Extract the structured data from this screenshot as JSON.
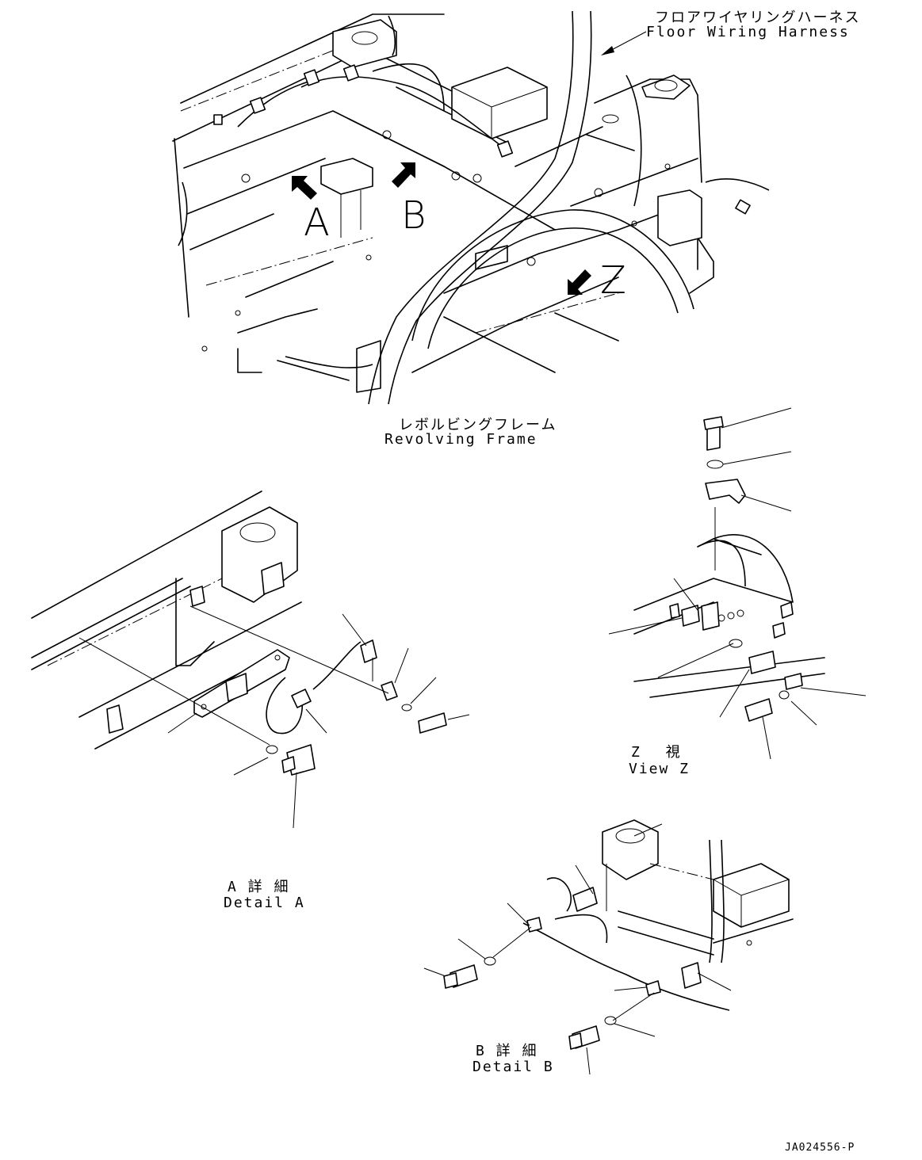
{
  "labels": {
    "floor_harness_jp": "フロアワイヤリングハーネス",
    "floor_harness_en": "Floor Wiring Harness",
    "revolving_frame_jp": "レボルビングフレーム",
    "revolving_frame_en": "Revolving Frame",
    "view_z_jp": "Z 視",
    "view_z_en": "View Z",
    "detail_a_jp": "A 詳 細",
    "detail_a_en": "Detail A",
    "detail_b_jp": "B 詳 細",
    "detail_b_en": "Detail B",
    "figure_code": "JA024556-P"
  },
  "view_markers": {
    "a": "A",
    "b": "B",
    "z": "Z"
  },
  "icons": {
    "view_arrow": "view-direction-arrow-icon",
    "bolt": "bolt-icon",
    "washer": "washer-icon",
    "clamp": "clamp-icon"
  }
}
